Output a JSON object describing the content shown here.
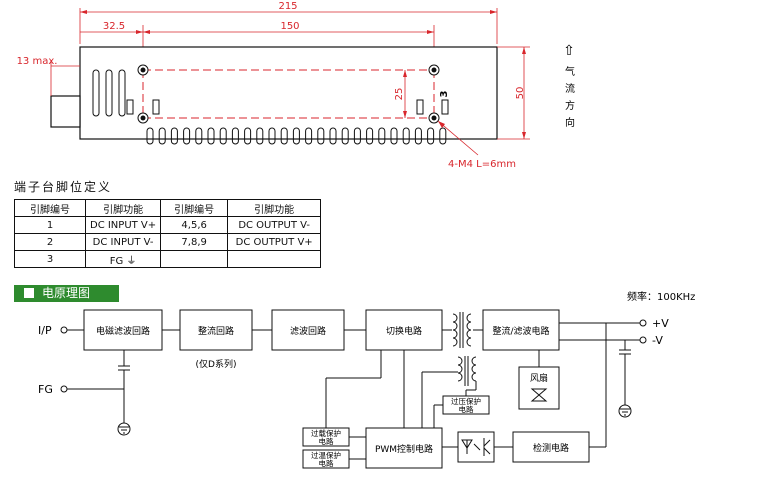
{
  "mechanical": {
    "dim_total_width": "215",
    "dim_offset": "32.5",
    "dim_hole_spacing": "150",
    "dim_terminal": "13 max.",
    "dim_height": "50",
    "dim_hole_vspacing": "25",
    "screw_spec": "4-M4 L=6mm",
    "airflow_label": "气流方向",
    "airflow_arrow": "⇧",
    "marker_label": "3"
  },
  "pin_table": {
    "title": "端子台脚位定义",
    "headers": [
      "引脚编号",
      "引脚功能",
      "引脚编号",
      "引脚功能"
    ],
    "rows": [
      [
        "1",
        "DC INPUT V+",
        "4,5,6",
        "DC OUTPUT V-"
      ],
      [
        "2",
        "DC INPUT V-",
        "7,8,9",
        "DC OUTPUT V+"
      ],
      [
        "3",
        "FG",
        "",
        ""
      ]
    ],
    "ground_symbol": "⏚"
  },
  "block_diagram": {
    "section_title": "电原理图",
    "frequency": "频率：100KHz",
    "input_label": "I/P",
    "fg_label": "FG",
    "output_pos": "+V",
    "output_neg": "-V",
    "blocks": {
      "emi_filter": "电磁滤波回路",
      "rectifier": "整流回路",
      "rectifier_note": "(仅D系列)",
      "filter": "滤波回路",
      "switching": "切换电路",
      "rect_filter": "整流/滤波电路",
      "fan": "风扇",
      "ovp": "过压保护电路",
      "olp": "过载保护电路",
      "otp": "过温保护电路",
      "pwm": "PWM控制电路",
      "detect": "检测电路"
    }
  }
}
